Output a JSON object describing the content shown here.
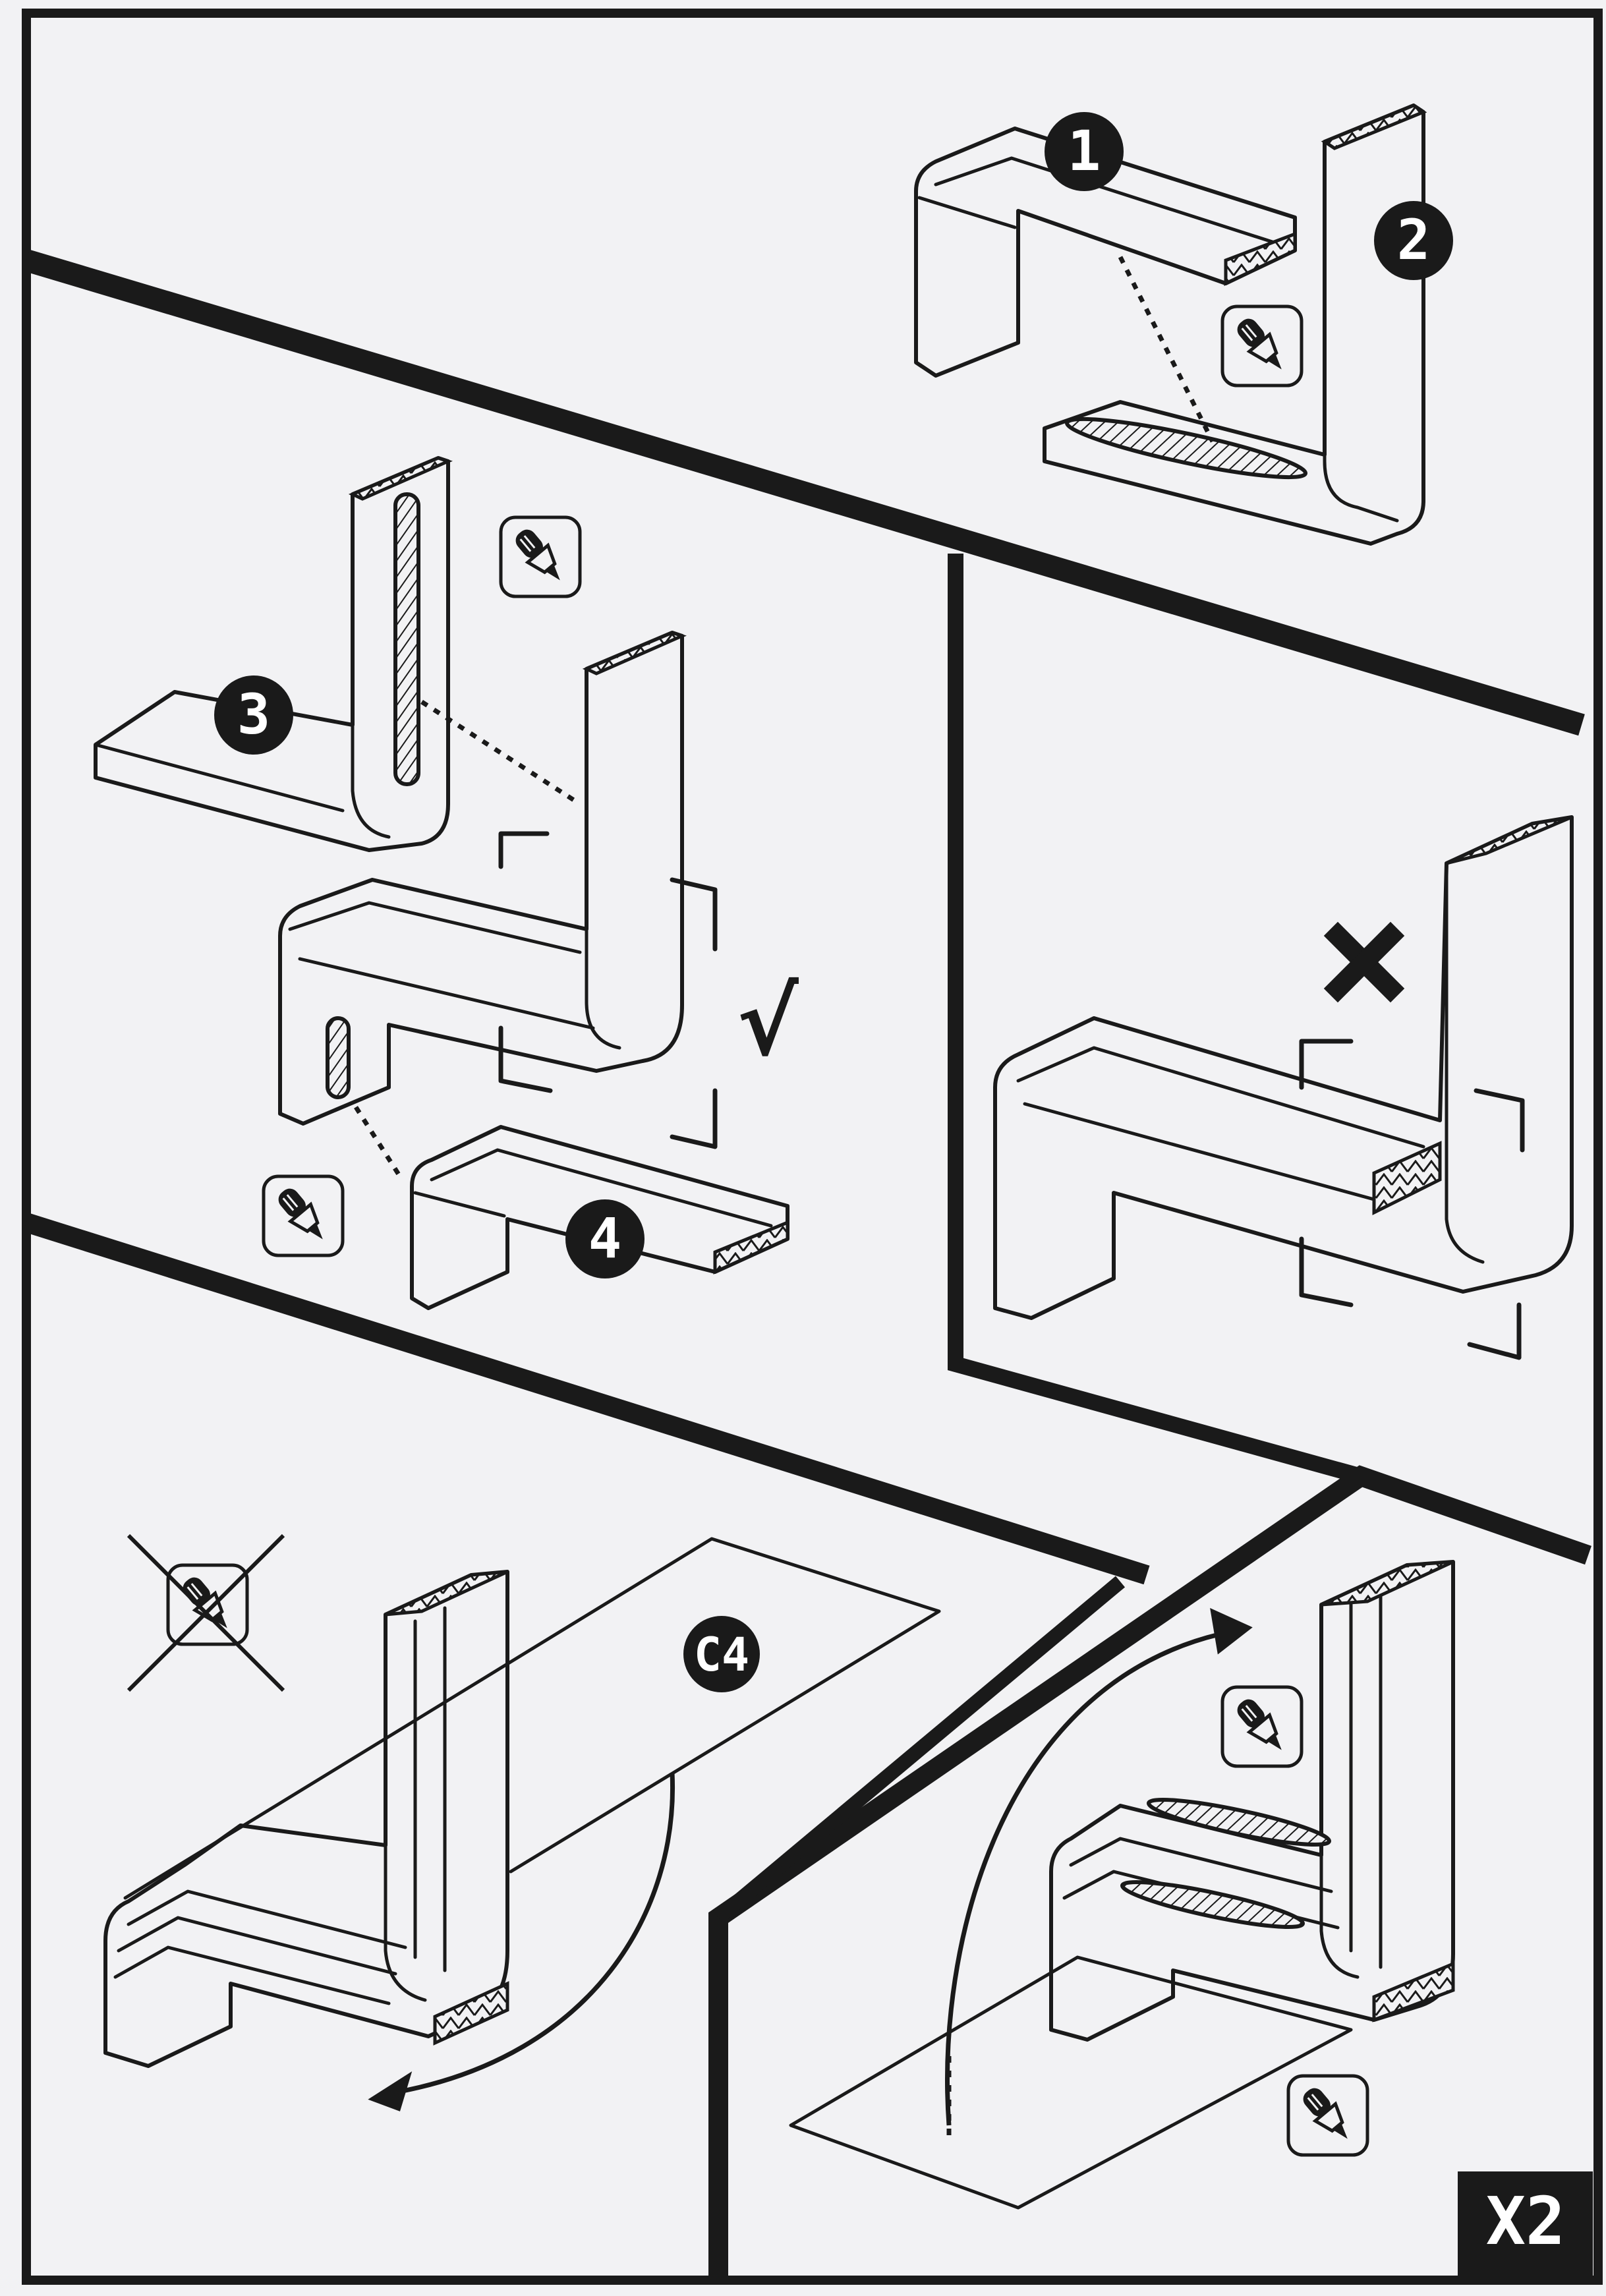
{
  "steps": {
    "step1": "1",
    "step2": "2",
    "step3": "3",
    "step4": "4"
  },
  "marks": {
    "correct": "√",
    "sheet_label": "C4",
    "multiplier": "X2"
  },
  "icons": {
    "glue": "glue-tube-icon",
    "no_glue": "no-glue-icon",
    "wrong": "cross-mark-icon",
    "correct": "check-mark-icon"
  },
  "colors": {
    "ink": "#1a1a1a",
    "paper": "#f2f2f4"
  }
}
